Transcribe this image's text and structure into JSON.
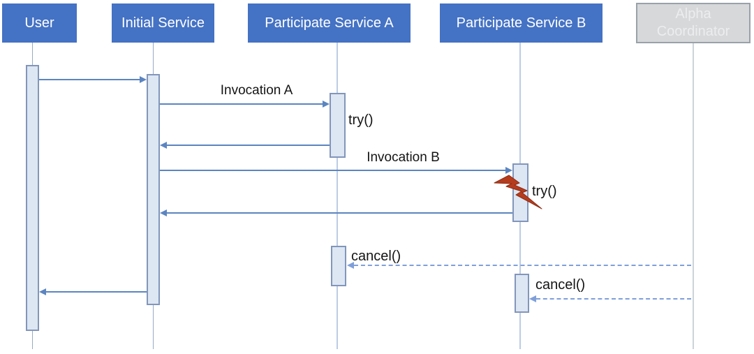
{
  "diagram": {
    "kind": "uml-sequence-diagram"
  },
  "participants": [
    {
      "id": "user",
      "name": "User",
      "variant": "blue"
    },
    {
      "id": "initial-service",
      "name": "Initial Service",
      "variant": "blue"
    },
    {
      "id": "participate-service-a",
      "name": "Participate Service A",
      "variant": "blue"
    },
    {
      "id": "participate-service-b",
      "name": "Participate Service B",
      "variant": "blue"
    },
    {
      "id": "alpha-coordinator",
      "name": "Alpha Coordinator",
      "variant": "gray"
    }
  ],
  "labels": {
    "invocation_a": "Invocation A",
    "invocation_b": "Invocation B",
    "try_a": "try()",
    "try_b": "try()",
    "cancel_a": "cancel()",
    "cancel_b": "cancel()"
  },
  "icons": {
    "fault": "lightning-icon"
  },
  "colors": {
    "header_blue": "#4472C4",
    "header_gray_fill": "#d6d8da",
    "header_gray_border": "#99a1a9",
    "header_gray_text": "#ecedee",
    "solid_arrow": "#5b85c0",
    "dashed_arrow": "#7f9fd9",
    "activation_fill": "#dde6f3",
    "activation_border": "#8296ba",
    "lifeline_blue": "#bccce6",
    "lightning_red": "#b63c1e"
  }
}
